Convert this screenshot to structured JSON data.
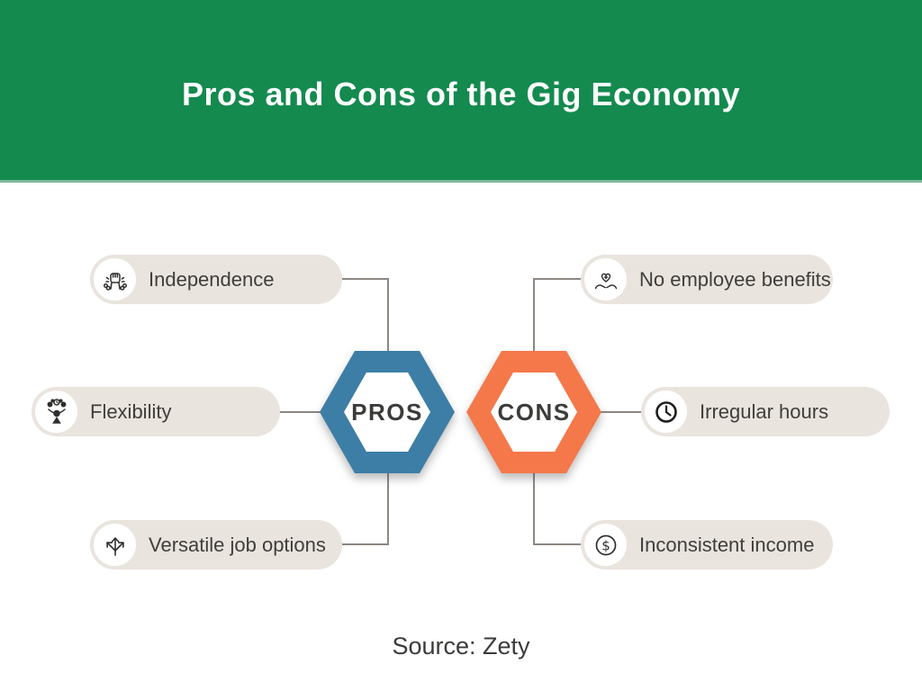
{
  "header": {
    "title": "Pros and Cons of the Gig Economy",
    "bg_color": "#148A4F",
    "text_color": "#FFFFFF"
  },
  "pros": {
    "label": "PROS",
    "hex_color": "#3D7EA6",
    "items": [
      {
        "label": "Independence",
        "icon": "fist-broken-chains-icon"
      },
      {
        "label": "Flexibility",
        "icon": "juggling-tasks-icon"
      },
      {
        "label": "Versatile job options",
        "icon": "branching-arrows-icon"
      }
    ]
  },
  "cons": {
    "label": "CONS",
    "hex_color": "#F5784A",
    "items": [
      {
        "label": "No employee benefits",
        "icon": "hands-heart-cross-icon"
      },
      {
        "label": "Irregular hours",
        "icon": "clock-icon"
      },
      {
        "label": "Inconsistent income",
        "icon": "dollar-coin-icon"
      }
    ]
  },
  "footer": {
    "source": "Source: Zety"
  },
  "colors": {
    "pill_bg": "#EAE4DE",
    "connector": "#8C8781",
    "dark_text": "#3B3B39"
  }
}
